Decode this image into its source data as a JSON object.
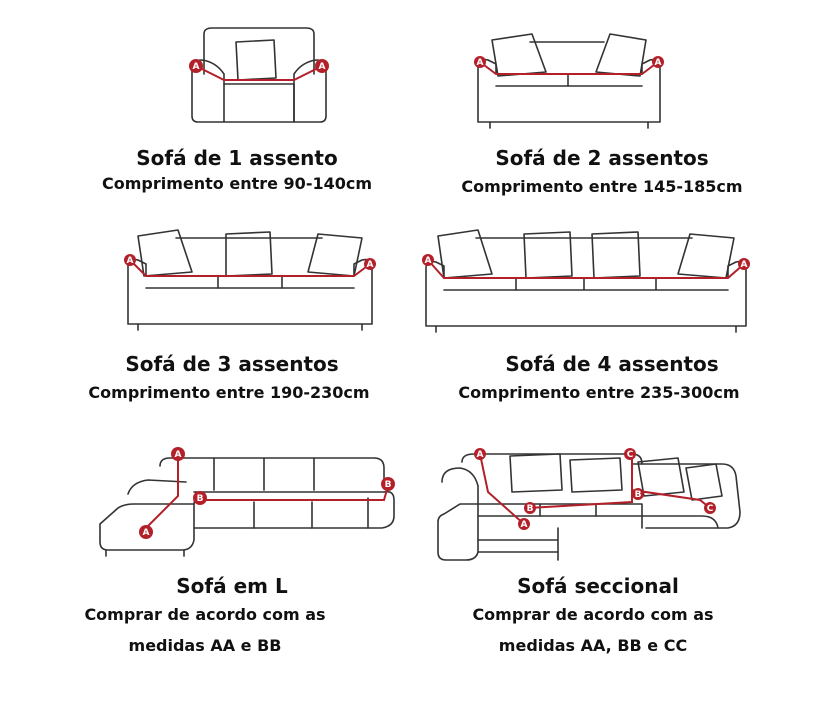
{
  "sofas": [
    {
      "title": "Sofá de 1 assento",
      "subtitle": "Comprimento entre 90-140cm"
    },
    {
      "title": "Sofá de 2 assentos",
      "subtitle": "Comprimento entre 145-185cm"
    },
    {
      "title": "Sofá de 3 assentos",
      "subtitle": "Comprimento entre 190-230cm"
    },
    {
      "title": "Sofá de 4 assentos",
      "subtitle": "Comprimento entre 235-300cm"
    },
    {
      "title": "Sofá em L",
      "subtitle": "Comprar de acordo com as",
      "subtitle2": "medidas AA e BB"
    },
    {
      "title": "Sofá seccional",
      "subtitle": "Comprar de acordo com as",
      "subtitle2": "medidas AA, BB e CC"
    }
  ],
  "markers": {
    "a": "A",
    "b": "B",
    "c": "C"
  },
  "colors": {
    "accent": "#b3202a",
    "line": "#333333",
    "background": "#ffffff"
  }
}
